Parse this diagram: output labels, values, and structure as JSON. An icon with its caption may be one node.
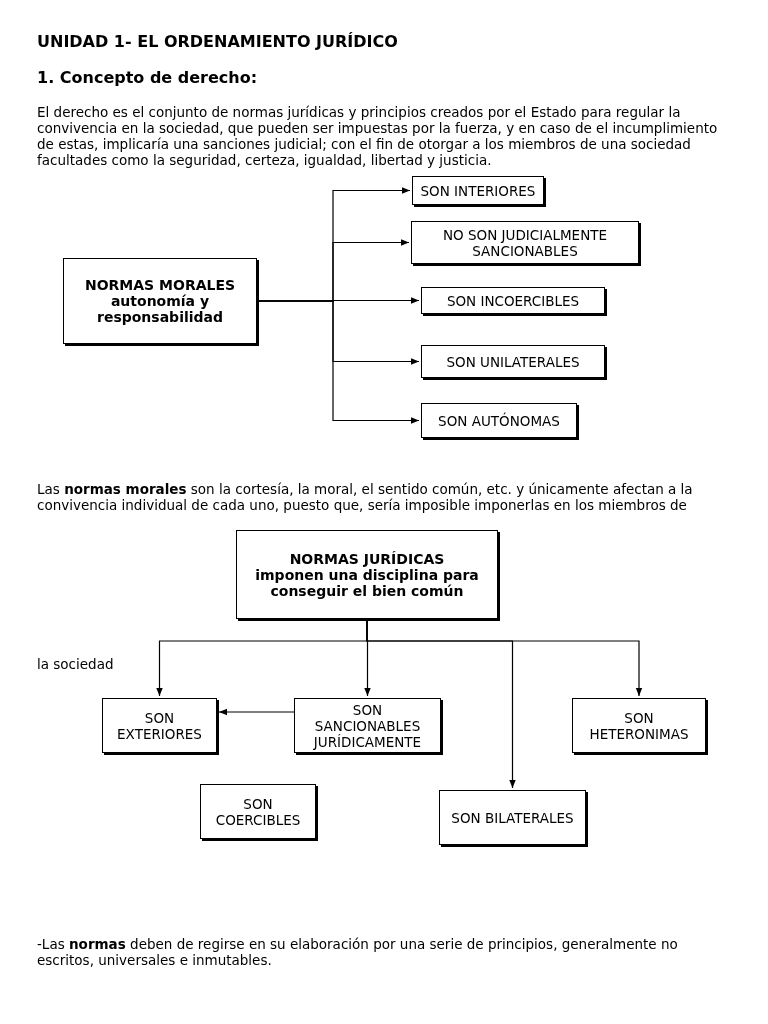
{
  "diagram": {
    "title": "UNIDAD 1- EL ORDENAMIENTO JURÍDICO",
    "nodes": [
      {
        "text": [
          "NORMAS MORALES",
          "autonomía y responsabilidad"
        ]
      },
      {
        "text": [
          "SON INTERIORES"
        ]
      },
      {
        "text": [
          "NO SON JUDICIALMENTE SANCIONABLES"
        ]
      },
      {
        "text": [
          "SON INCOERCIBLES"
        ]
      },
      {
        "text": [
          "SON UNILATERALES"
        ]
      },
      {
        "text": [
          "SON AUTÓNOMAS"
        ]
      },
      {
        "text": [
          "NORMAS JURÍDICAS",
          "imponen una disciplina para conseguir el bien común"
        ]
      },
      {
        "text": [
          "SON EXTERIORES"
        ]
      },
      {
        "text": [
          "SON SANCIONABLES JURÍDICAMENTE"
        ]
      },
      {
        "text": [
          "SON HETERONIMAS"
        ]
      },
      {
        "text": [
          "SON COERCIBLES"
        ]
      },
      {
        "text": [
          "SON BILATERALES"
        ]
      }
    ],
    "edges": [
      {
        "from": 0,
        "to": 1,
        "arrow": "to"
      },
      {
        "from": 0,
        "to": 2,
        "arrow": "to"
      },
      {
        "from": 0,
        "to": 3,
        "arrow": "to"
      },
      {
        "from": 0,
        "to": 4,
        "arrow": "to"
      },
      {
        "from": 0,
        "to": 5,
        "arrow": "to"
      },
      {
        "from": 6,
        "to": 7,
        "arrow": "to"
      },
      {
        "from": 6,
        "to": 8,
        "arrow": "to"
      },
      {
        "from": 6,
        "to": 11,
        "arrow": "to"
      },
      {
        "from": 6,
        "to": 9,
        "arrow": "to"
      },
      {
        "from": 8,
        "to": 7,
        "arrow": "to"
      }
    ],
    "labels": [
      "1. Concepto de derecho:",
      "El derecho es el conjunto de normas jurídicas y principios creados por el Estado para regular la convivencia en la sociedad, que pueden ser impuestas por la fuerza, y en caso de el incumplimiento de estas, implicaría una sanciones judicial; con el fin de otorgar a los miembros de una sociedad facultades como la seguridad, certeza, igualdad, libertad y justicia.",
      "Las **normas morales** son la cortesía, la moral, el sentido común, etc. y únicamente afectan a la convivencia individual de cada uno, puesto que, sería imposible imponerlas en los miembros de",
      "la sociedad",
      "-Las **normas** deben de regirse en su elaboración por una serie de principios, generalmente no escritos, universales e inmutables."
    ]
  }
}
